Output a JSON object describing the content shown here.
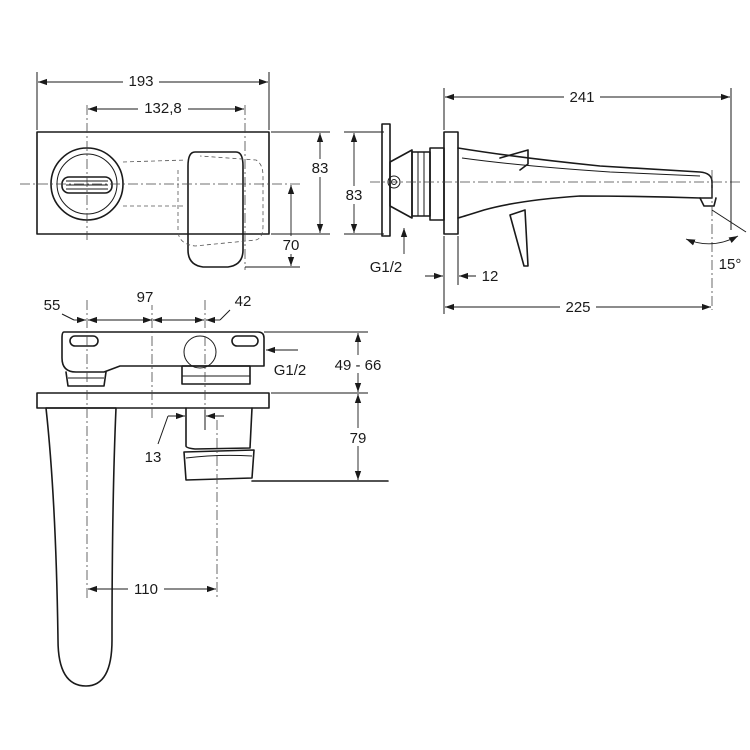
{
  "front_view": {
    "dim_overall_width": "193",
    "dim_center_distance": "132,8",
    "dim_height": "83",
    "dim_lever_height": "70"
  },
  "side_view": {
    "dim_spout_length": "241",
    "dim_plate_height": "83",
    "dim_thread": "G1/2",
    "dim_plate_thickness": "12",
    "dim_projection": "225",
    "dim_angle": "15°"
  },
  "top_view": {
    "dim_left": "55",
    "dim_middle": "97",
    "dim_right": "42",
    "dim_thread": "G1/2",
    "dim_wall_range": "49 - 66",
    "dim_body": "13",
    "dim_depth": "79",
    "dim_spout_offset": "110"
  }
}
